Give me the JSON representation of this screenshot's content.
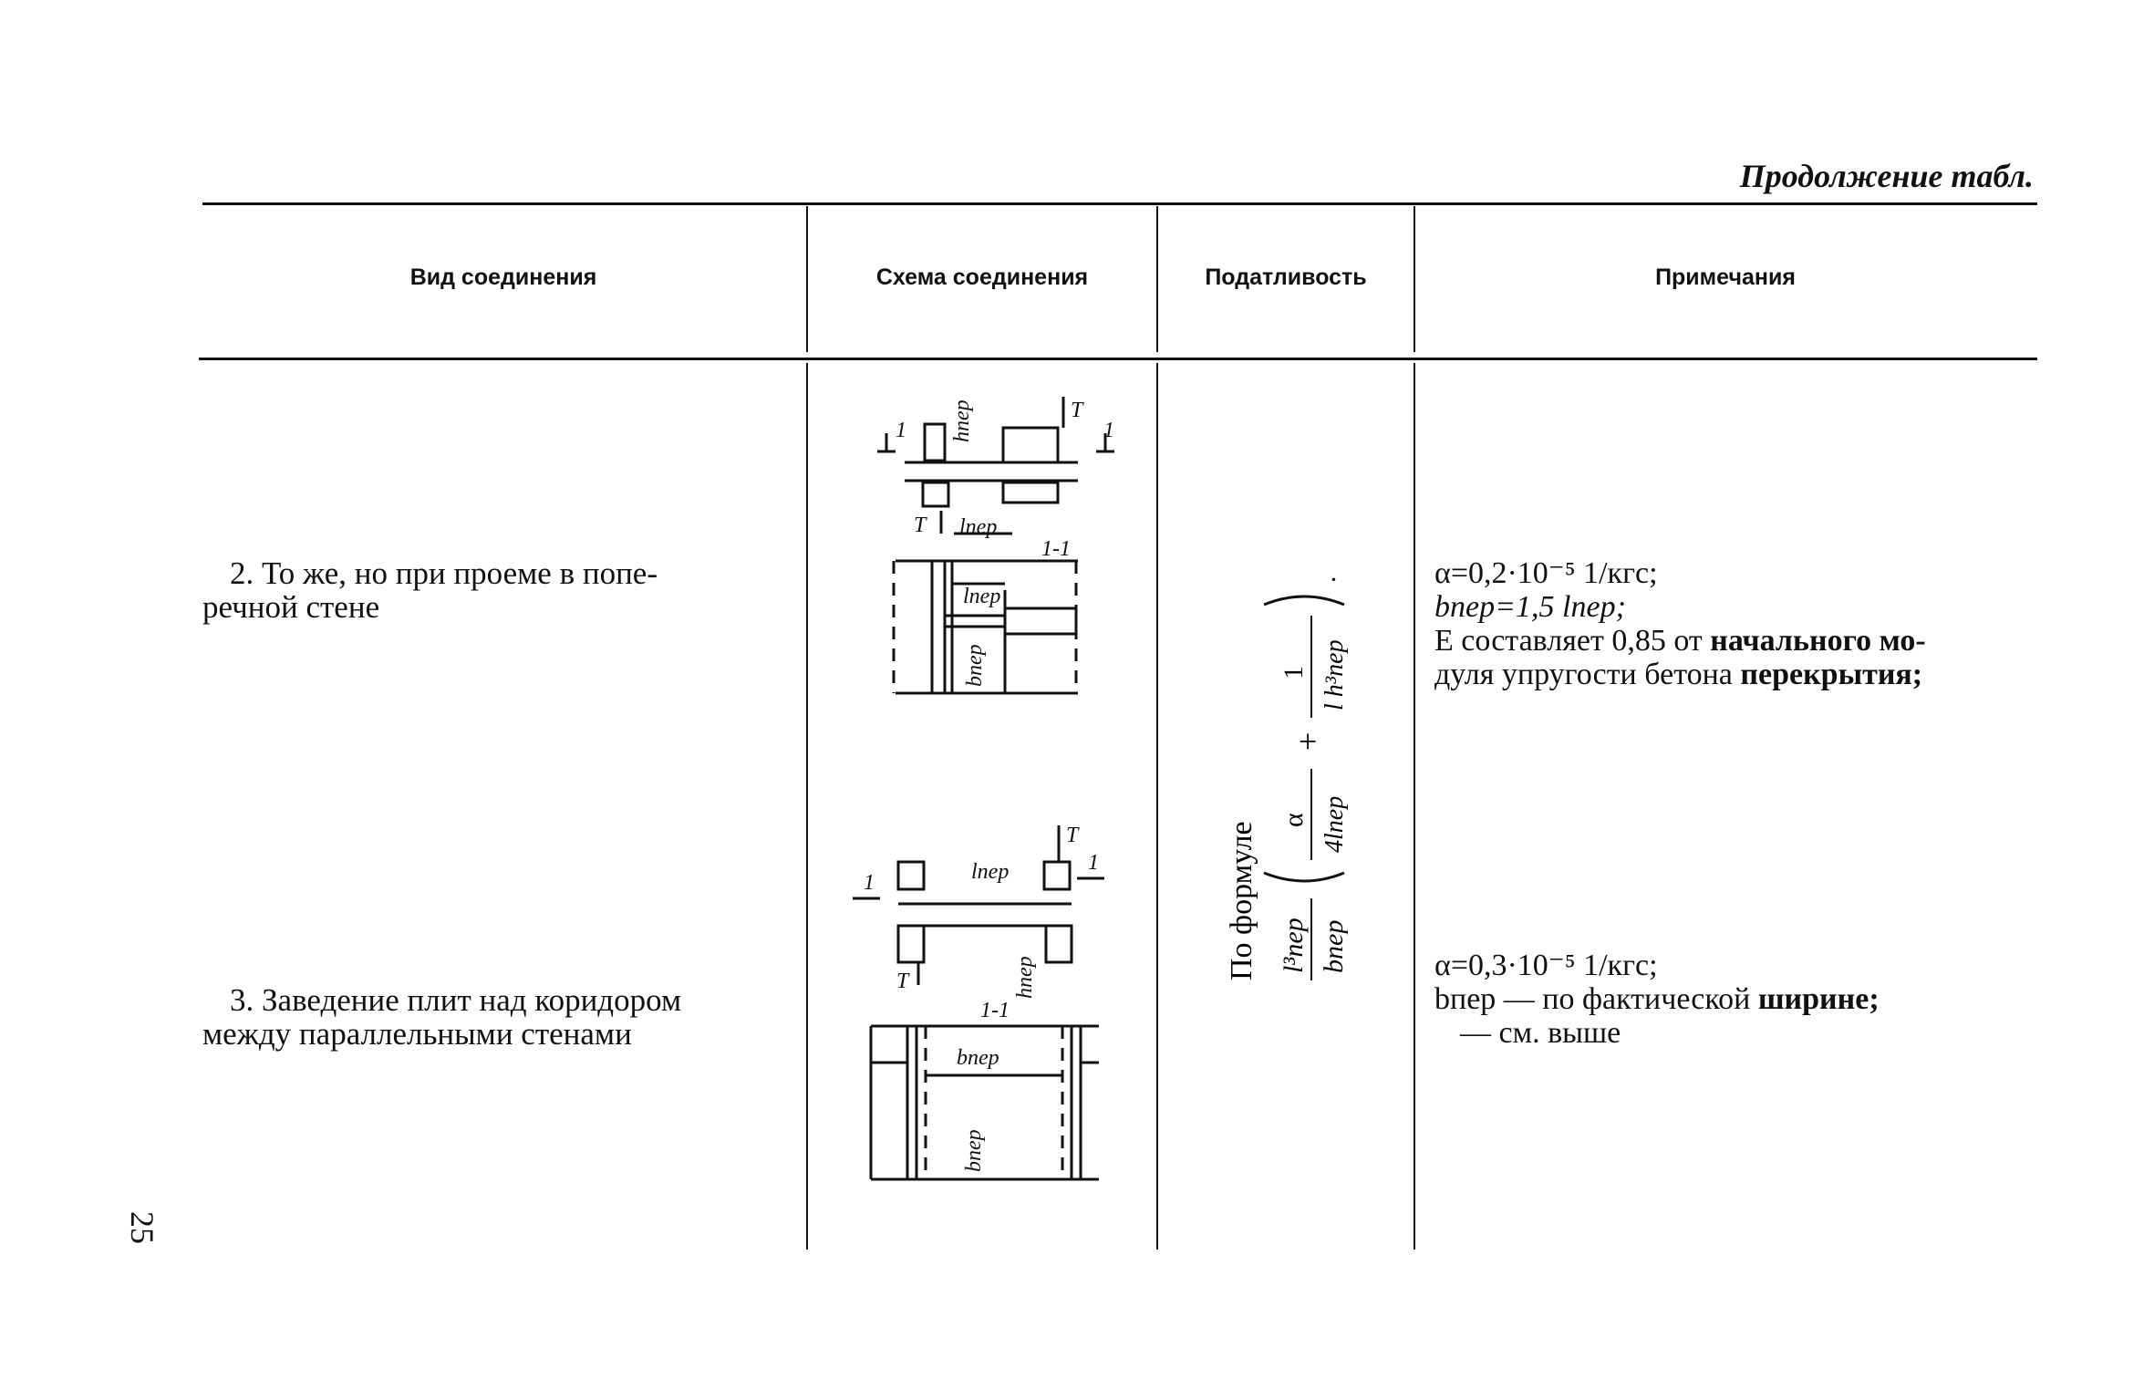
{
  "page_title": "Продолжение табл.",
  "page_number": "25",
  "columns": {
    "type": "Вид соединения",
    "scheme": "Схема соединения",
    "compliance": "Податливость",
    "notes": "Примечания"
  },
  "rows": [
    {
      "type_line1": "2. То же, но при проеме в попе-",
      "type_line2": "речной стене",
      "note_line1": "α=0,2·10⁻⁵ 1/кгс;",
      "note_line2": "bпер=1,5 lпер;",
      "note_line3_a": "E составляет 0,85 от",
      "note_line3_b": "начального мо-",
      "note_line4_a": "дуля упругости бетона",
      "note_line4_b": "перекрытия;"
    },
    {
      "type_line1": "3. Заведение плит над коридором",
      "type_line2": "между параллельными стенами",
      "note_line1": "α=0,3·10⁻⁵ 1/кгс;",
      "note_line2_a": "bпер — по фактической",
      "note_line2_b": "ширине;",
      "note_line3": "— см. выше"
    }
  ],
  "compliance_formula": {
    "prefix": "По формуле",
    "lhs_num": "l³пер",
    "lhs_den": "bпер",
    "a_num": "α",
    "a_den": "4lпер",
    "plus": "+",
    "b_num": "1",
    "b_den": "l h³пер",
    "end": "."
  },
  "diagram_labels": {
    "h": "hпер",
    "l": "lпер",
    "b": "bпер",
    "section": "1-1",
    "t": "T",
    "one": "1"
  }
}
